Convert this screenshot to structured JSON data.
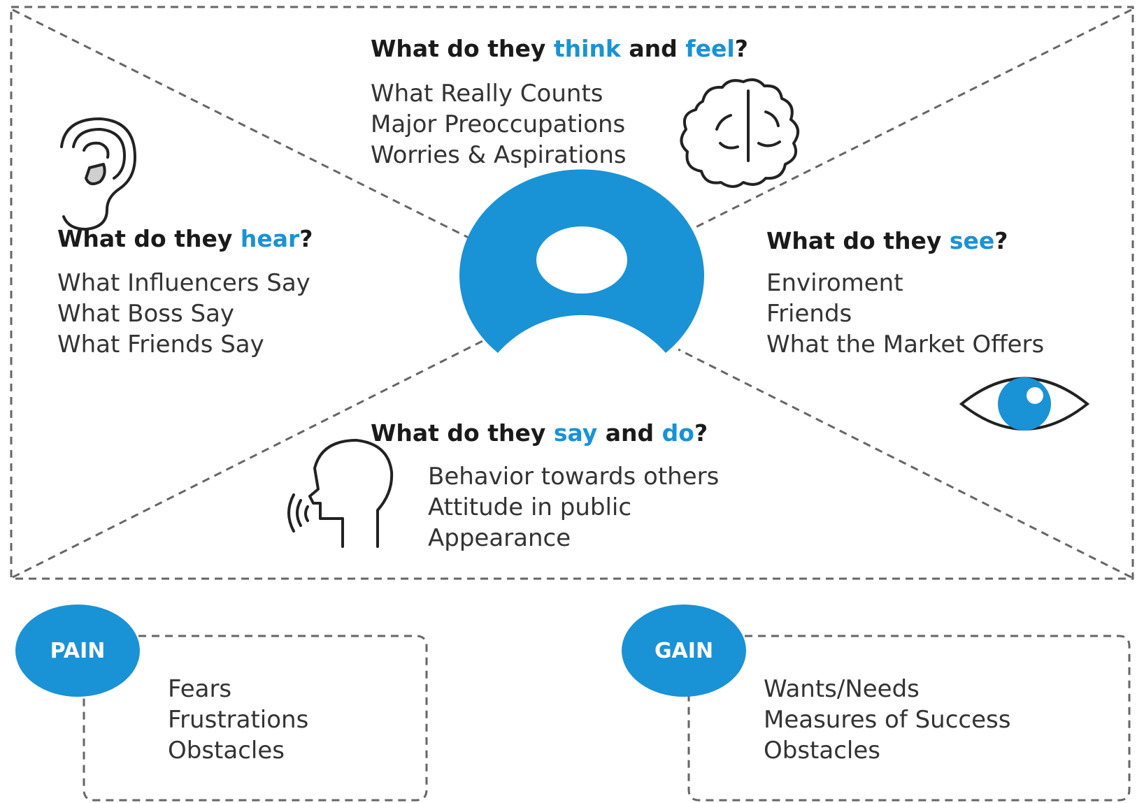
{
  "colors": {
    "accent": "#1a92d6",
    "text": "#333333",
    "heading": "#1a1a1a",
    "dashed_border": "#666666"
  },
  "think_feel": {
    "heading": [
      "What do they ",
      "think",
      " and ",
      "feel",
      "?"
    ],
    "items": [
      "What Really Counts",
      "Major Preoccupations",
      "Worries & Aspirations"
    ],
    "icon": "brain-icon"
  },
  "hear": {
    "heading": [
      "What do they ",
      "hear",
      "?"
    ],
    "items": [
      "What Influencers Say",
      "What Boss Say",
      "What Friends Say"
    ],
    "icon": "ear-icon"
  },
  "see": {
    "heading": [
      "What do they ",
      "see",
      "?"
    ],
    "items": [
      "Enviroment",
      "Friends",
      "What the Market Offers"
    ],
    "icon": "eye-icon"
  },
  "say_do": {
    "heading": [
      "What do they ",
      "say",
      " and ",
      "do",
      "?"
    ],
    "items": [
      "Behavior towards others",
      "Attitude in public",
      "Appearance"
    ],
    "icon": "speaking-head-icon"
  },
  "center": {
    "icon": "user-avatar-icon"
  },
  "pain": {
    "badge": "PAIN",
    "items": [
      "Fears",
      "Frustrations",
      "Obstacles"
    ]
  },
  "gain": {
    "badge": "GAIN",
    "items": [
      "Wants/Needs",
      "Measures of Success",
      "Obstacles"
    ]
  }
}
